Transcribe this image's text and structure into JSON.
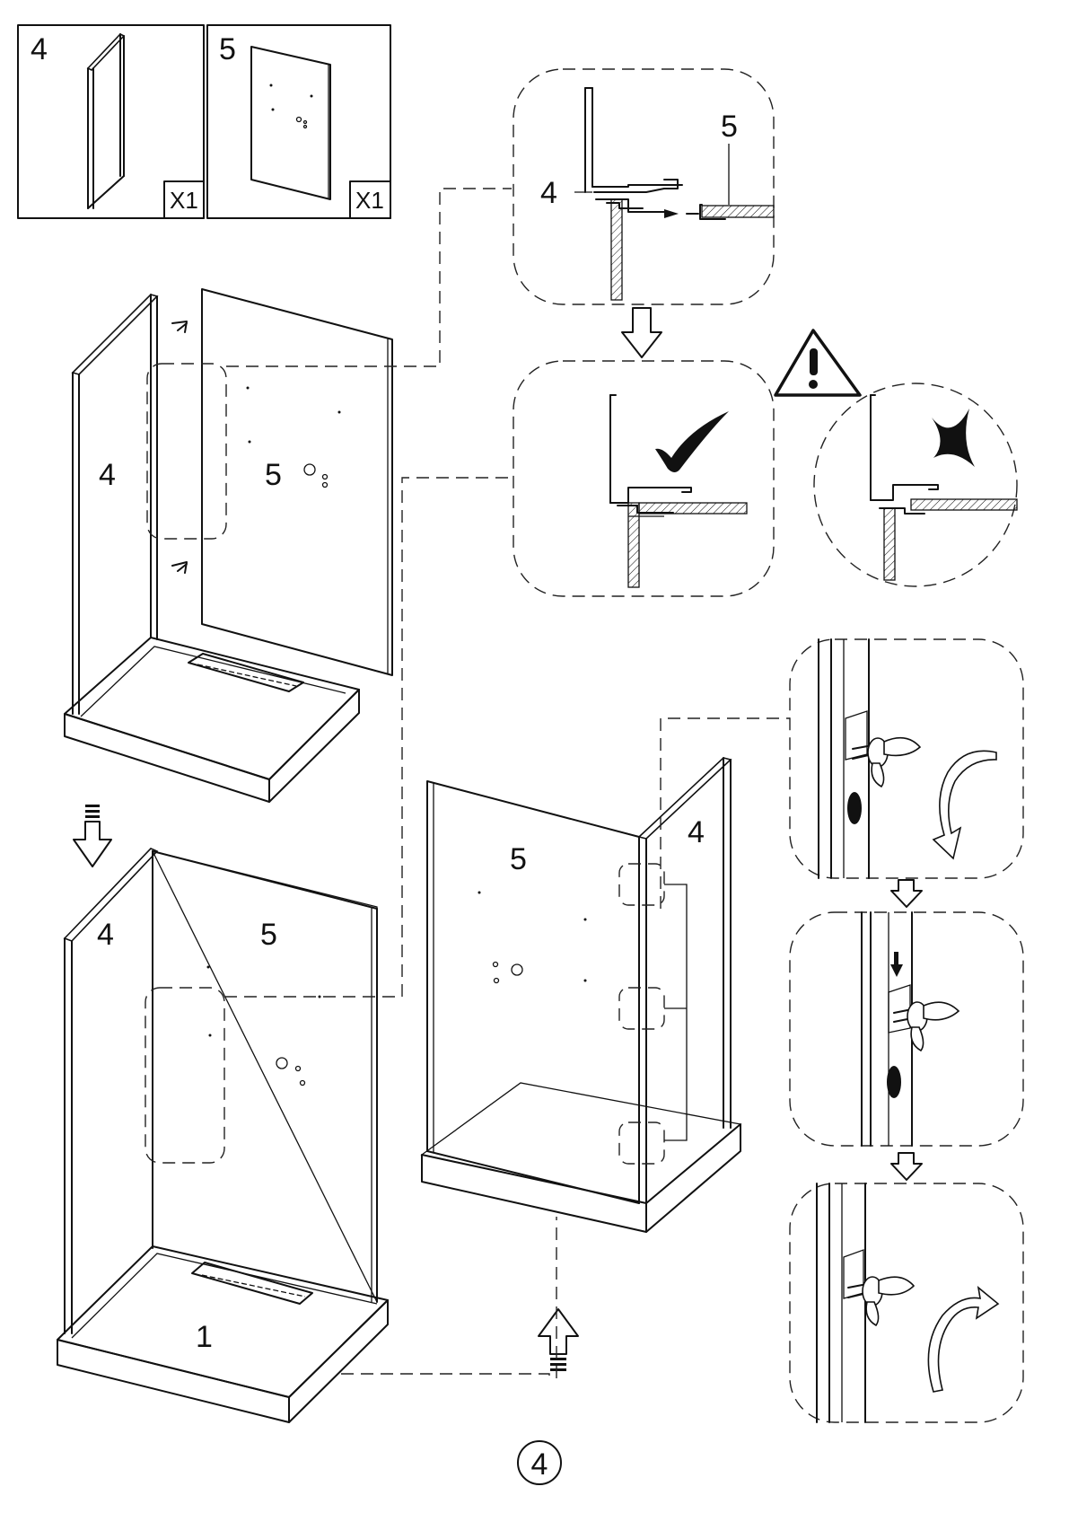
{
  "parts": [
    {
      "number": "4",
      "quantity": "X1"
    },
    {
      "number": "5",
      "quantity": "X1"
    }
  ],
  "detail": {
    "label_profile": "4",
    "label_panel": "5"
  },
  "assembly_top": {
    "label_left": "4",
    "label_right": "5"
  },
  "assembly_bottom": {
    "label_left": "4",
    "label_right": "5",
    "label_tray": "1"
  },
  "assembly_back": {
    "label_left": "5",
    "label_right": "4"
  },
  "page_number": "4",
  "colors": {
    "line": "#111111",
    "background": "#ffffff"
  },
  "icons": [
    "warning-icon",
    "check-mark-icon",
    "cross-mark-icon",
    "down-arrow-icon",
    "up-arrow-icon",
    "rotate-arrow-icon"
  ]
}
